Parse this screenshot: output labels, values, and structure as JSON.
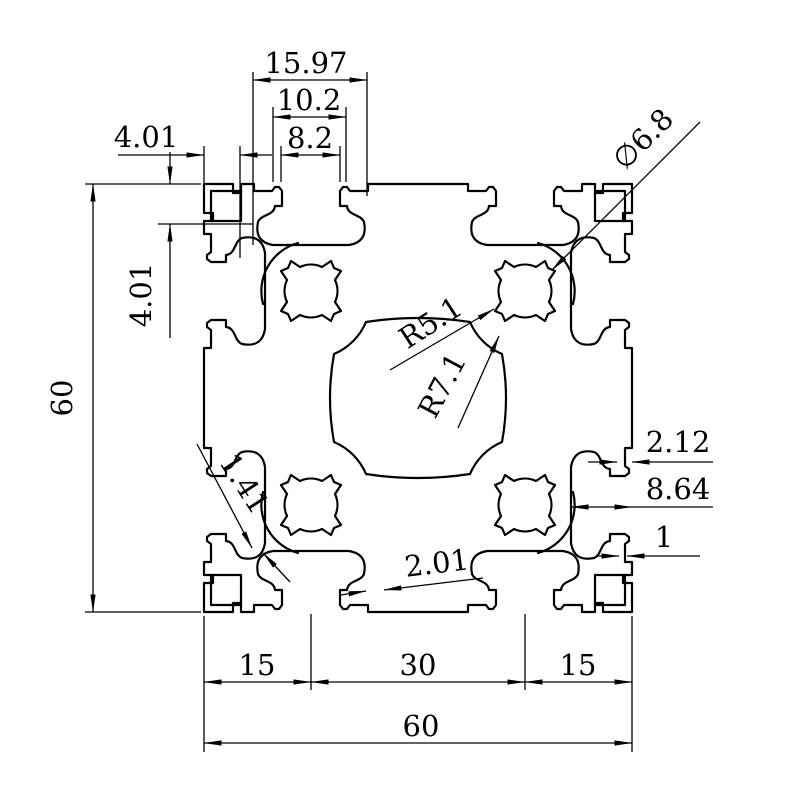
{
  "drawing": {
    "kind": "aluminium-extrusion-profile-cross-section",
    "colors": {
      "line": "#000000",
      "background": "#ffffff"
    }
  },
  "dims": {
    "top_15_97": "15.97",
    "top_10_2": "10.2",
    "top_8_2": "8.2",
    "corner_h_4_01": "4.01",
    "corner_v_4_01": "4.01",
    "left_60": "60",
    "dia_6_8": "∅6.8",
    "r_5_1": "R5.1",
    "r_7_1": "R7.1",
    "right_2_12": "2.12",
    "right_8_64": "8.64",
    "right_1": "1",
    "wall_1_41": "1.41",
    "web_2_01": "2.01",
    "bottom_15_left": "15",
    "bottom_30": "30",
    "bottom_15_right": "15",
    "bottom_60": "60"
  }
}
